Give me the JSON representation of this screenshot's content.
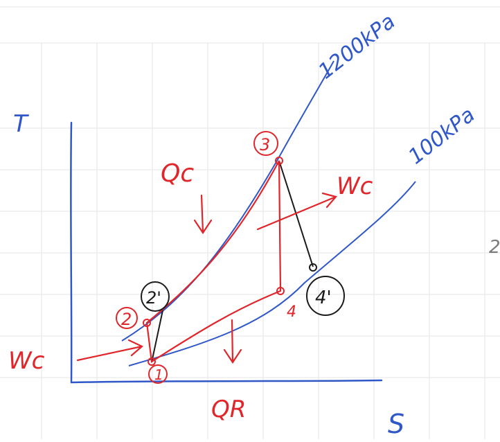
{
  "axes": {
    "y_label": "T",
    "x_label": "S"
  },
  "isobars": {
    "high": "1200kPa",
    "low": "100kPa"
  },
  "states": {
    "s1": "1",
    "s2": "2",
    "s2p": "2'",
    "s3": "3",
    "s4": "4",
    "s4p": "4'"
  },
  "energy_labels": {
    "heat_in": "Qc",
    "heat_out": "QR",
    "compressor_work": "Wc",
    "turbine_work": "Wc"
  },
  "margin_mark": "2",
  "colors": {
    "ink_blue": "#2f57c8",
    "ink_red": "#e0252b",
    "ink_black": "#1a1a1a",
    "grid": "#e6e6e6"
  }
}
